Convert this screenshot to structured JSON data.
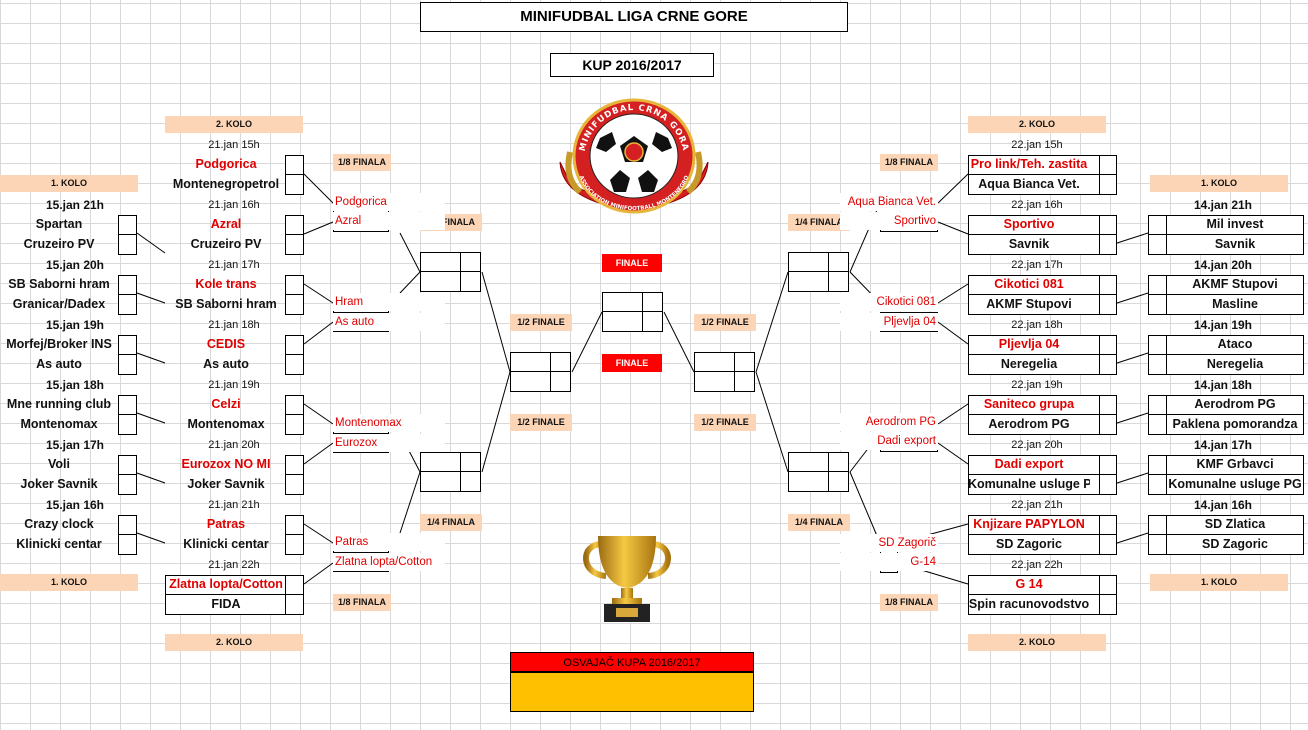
{
  "header": {
    "title": "MINIFUDBAL LIGA CRNE GORE",
    "subtitle": "KUP 2016/2017"
  },
  "stage_labels": {
    "round2": "2. KOLO",
    "round1": "1. KOLO",
    "eighth": "1/8 FINALA",
    "quarter": "1/4 FINALA",
    "semi": "1/2 FINALE",
    "final": "FINALE"
  },
  "winner_banner": "OSVAJAČ KUPA 2016/2017",
  "left": {
    "round1": [
      {
        "date": "15.jan 21h",
        "home": "Spartan",
        "away": "Cruzeiro PV"
      },
      {
        "date": "15.jan 20h",
        "home": "SB Saborni hram",
        "away": "Granicar/Dadex"
      },
      {
        "date": "15.jan 19h",
        "home": "Morfej/Broker INS",
        "away": "As auto"
      },
      {
        "date": "15.jan 18h",
        "home": "Mne running club",
        "away": "Montenomax"
      },
      {
        "date": "15.jan 17h",
        "home": "Voli",
        "away": "Joker Savnik"
      },
      {
        "date": "15.jan 16h",
        "home": "Crazy clock",
        "away": "Klinicki centar"
      }
    ],
    "round2": [
      {
        "date": "21.jan 15h",
        "home": "Podgorica",
        "away": "Montenegropetrol"
      },
      {
        "date": "21.jan 16h",
        "home": "Azral",
        "away": "Cruzeiro PV"
      },
      {
        "date": "21.jan 17h",
        "home": "Kole trans",
        "away": "SB Saborni hram"
      },
      {
        "date": "21.jan 18h",
        "home": "CEDIS",
        "away": "As auto"
      },
      {
        "date": "21.jan 19h",
        "home": "Celzi",
        "away": "Montenomax"
      },
      {
        "date": "21.jan 20h",
        "home": "Eurozox NO MI",
        "away": "Joker Savnik"
      },
      {
        "date": "21.jan 21h",
        "home": "Patras",
        "away": "Klinicki centar"
      },
      {
        "date": "21.jan 22h",
        "home": "Zlatna lopta/Cotton",
        "away": "FIDA"
      }
    ],
    "qualified": [
      "Podgorica",
      "Azral",
      "Hram",
      "As auto",
      "Montenomax",
      "Eurozox",
      "Patras",
      "Zlatna lopta/Cotton"
    ]
  },
  "right": {
    "round1": [
      {
        "date": "14.jan 21h",
        "home": "Mil invest",
        "away": "Savnik"
      },
      {
        "date": "14.jan 20h",
        "home": "AKMF Stupovi",
        "away": "Masline"
      },
      {
        "date": "14.jan 19h",
        "home": "Ataco",
        "away": "Neregelia"
      },
      {
        "date": "14.jan 18h",
        "home": "Aerodrom PG",
        "away": "Paklena pomorandza"
      },
      {
        "date": "14.jan 17h",
        "home": "KMF Grbavci",
        "away": "Komunalne usluge PG"
      },
      {
        "date": "14.jan 16h",
        "home": "SD Zlatica",
        "away": "SD Zagoric"
      }
    ],
    "round2": [
      {
        "date": "22.jan 15h",
        "home": "Pro link/Teh. zastita",
        "away": "Aqua Bianca Vet."
      },
      {
        "date": "22.jan 16h",
        "home": "Sportivo",
        "away": "Savnik"
      },
      {
        "date": "22.jan 17h",
        "home": "Cikotici 081",
        "away": "AKMF Stupovi"
      },
      {
        "date": "22.jan 18h",
        "home": "Pljevlja 04",
        "away": "Neregelia"
      },
      {
        "date": "22.jan 19h",
        "home": "Saniteco grupa",
        "away": "Aerodrom PG"
      },
      {
        "date": "22.jan 20h",
        "home": "Dadi export",
        "away": "Komunalne usluge PG"
      },
      {
        "date": "22.jan 21h",
        "home": "Knjizare PAPYLON",
        "away": "SD Zagoric"
      },
      {
        "date": "22.jan 22h",
        "home": "G 14",
        "away": "Spin racunovodstvo"
      }
    ],
    "qualified": [
      "Aqua Bianca Vet.",
      "Sportivo",
      "Cikotici 081",
      "Pljevlja 04",
      "Aerodrom PG",
      "Dadi export",
      "SD Zagorič",
      "G-14"
    ]
  },
  "logo": {
    "ring_top_text": "MINIFUDBAL CRNA GORA",
    "ring_bottom_text": "ASSOCIATION MINIFOOTBALL MONTENEGRO",
    "icon": "football-logo-icon"
  },
  "trophy_icon": "trophy-icon",
  "colors": {
    "event_red": "#e00000",
    "stage_peach": "#fbd5b5",
    "final_red": "#ff0000",
    "winner_gold": "#ffc000"
  }
}
